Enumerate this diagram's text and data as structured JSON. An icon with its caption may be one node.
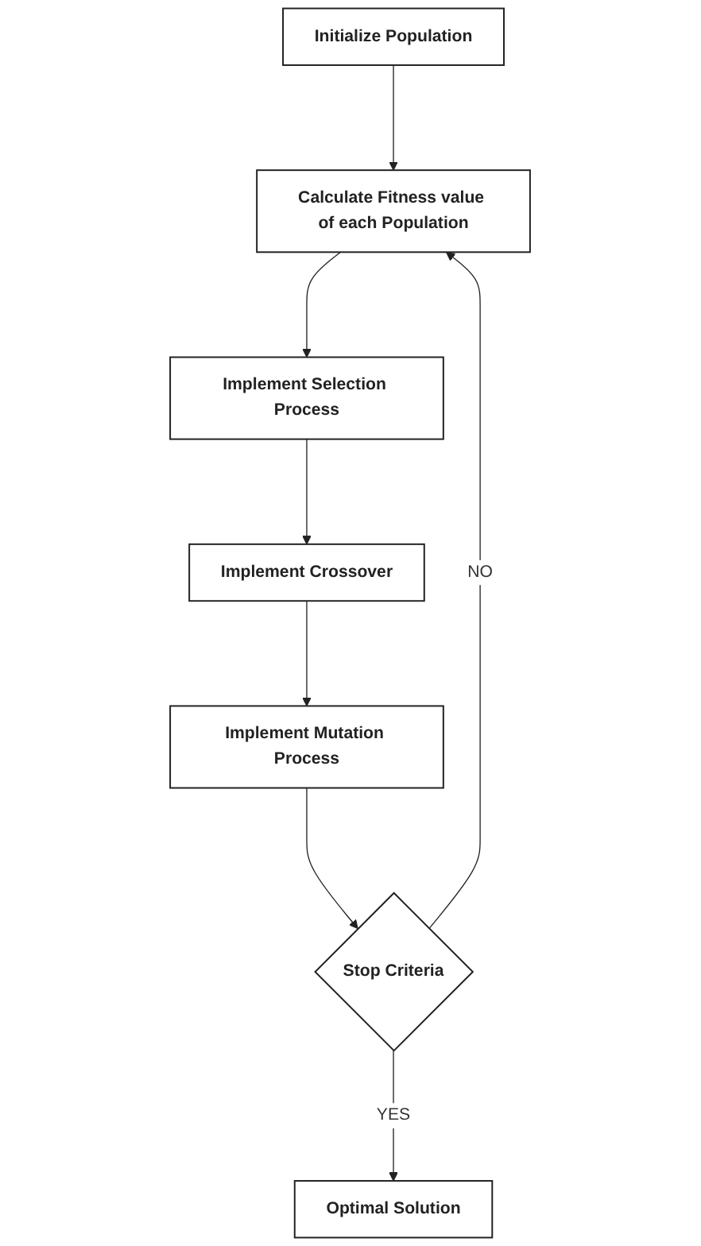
{
  "diagram": {
    "nodes": [
      {
        "text": [
          "Initialize Population"
        ]
      },
      {
        "text": [
          "Calculate Fitness value of each Population"
        ]
      },
      {
        "text": [
          "Implement Selection Process"
        ]
      },
      {
        "text": [
          "Implement Crossover"
        ]
      },
      {
        "text": [
          "Implement Mutation Process"
        ]
      },
      {
        "text": [
          "Stop Criteria"
        ]
      },
      {
        "text": [
          "Optimal Solution"
        ]
      }
    ],
    "edges": [
      {
        "from": 0,
        "to": 1,
        "arrow": "to"
      },
      {
        "from": 1,
        "to": 2,
        "arrow": "to"
      },
      {
        "from": 2,
        "to": 3,
        "arrow": "to"
      },
      {
        "from": 3,
        "to": 4,
        "arrow": "to"
      },
      {
        "from": 4,
        "to": 5,
        "arrow": "to"
      },
      {
        "from": 5,
        "to": 1,
        "arrow": "to",
        "label": "NO"
      },
      {
        "from": 5,
        "to": 6,
        "arrow": "to",
        "label": "YES"
      }
    ]
  }
}
